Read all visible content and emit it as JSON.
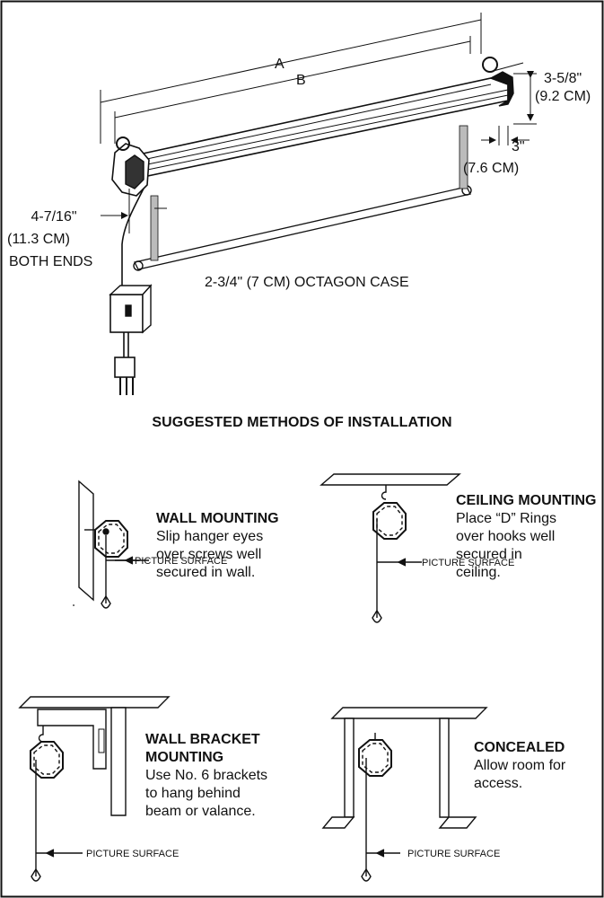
{
  "dimensions": {
    "a": "A",
    "b": "B",
    "case_height_in": "3-5/8\"",
    "case_height_cm": "(9.2 CM)",
    "depth_in": "3\"",
    "depth_cm": "(7.6 CM)",
    "end_in": "4-7/16\"",
    "end_cm": "(11.3 CM)",
    "end_note": "BOTH ENDS",
    "case_label": "2-3/4\" (7 CM) OCTAGON CASE"
  },
  "section_title": "SUGGESTED METHODS OF INSTALLATION",
  "methods": [
    {
      "title": "WALL MOUNTING",
      "lines": [
        "Slip hanger eyes",
        "over screws well",
        "secured in wall."
      ],
      "surface_label": "PICTURE SURFACE"
    },
    {
      "title": "CEILING MOUNTING",
      "lines": [
        "Place “D” Rings",
        "over hooks well",
        "secured in",
        "ceiling."
      ],
      "surface_label": "PICTURE SURFACE"
    },
    {
      "title_lines": [
        "WALL BRACKET",
        "MOUNTING"
      ],
      "lines": [
        "Use No. 6 brackets",
        "to hang behind",
        "beam or valance."
      ],
      "surface_label": "PICTURE SURFACE"
    },
    {
      "title": "CONCEALED",
      "lines": [
        "Allow room for",
        "access."
      ],
      "surface_label": "PICTURE SURFACE"
    }
  ]
}
